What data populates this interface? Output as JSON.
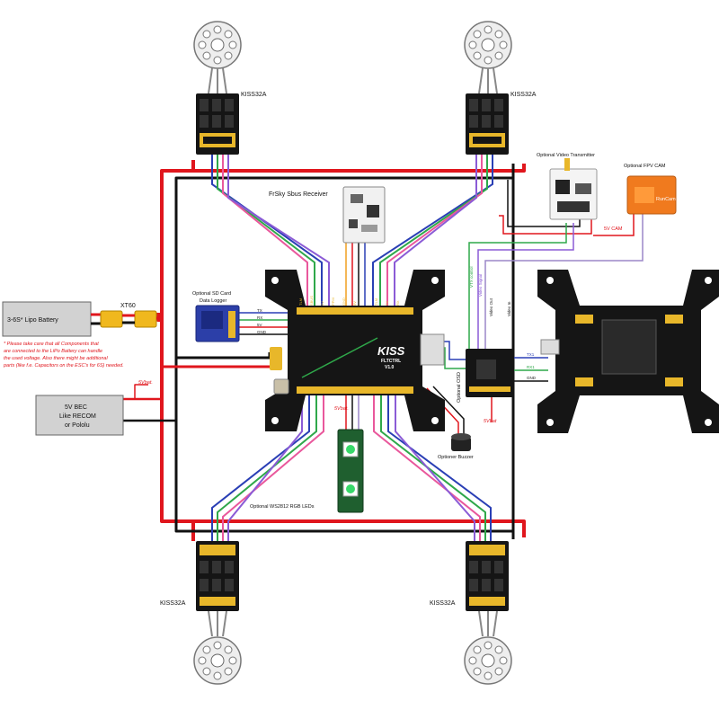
{
  "esc": {
    "top_left_label": "KISS32A",
    "top_right_label": "KISS32A",
    "bottom_left_label": "KISS32A",
    "bottom_right_label": "KISS32A"
  },
  "receiver": {
    "label": "FrSky Sbus Receiver"
  },
  "video_tx": {
    "label": "Optional Video Transmitter",
    "pin_label": "5V CAM"
  },
  "camera": {
    "label": "Optional FPV CAM",
    "brand": "RunCam"
  },
  "battery": {
    "label": "3-6S* Lipo Battery"
  },
  "connector": {
    "label": "XT60"
  },
  "sd_logger": {
    "label_line1": "Optional SD Card",
    "label_line2": "Data Logger",
    "tx": "TX",
    "rx": "RX",
    "v5": "5V",
    "gnd": "GND"
  },
  "warning": {
    "line1": "* Please take care that all Components that",
    "line2": "are connected to the LiPo Battery can handle",
    "line3": "the used voltage. Also there might be additional",
    "line4": "parts (like f.e. Capacitors on the ESC's for 6S) needed."
  },
  "bec": {
    "line1": "5V BEC",
    "line2": "Like RECOM",
    "line3": "or Pololu",
    "vbat": "5Vbat."
  },
  "flight_controller": {
    "brand": "KISS",
    "model": "FLTCTRL",
    "version": "V1.0",
    "pins": [
      "TLM",
      "SBUS",
      "5V",
      "PPM",
      "GND",
      "5V",
      "TLM",
      "TX",
      "RX"
    ]
  },
  "osd": {
    "label": "Optional OSD",
    "tx": "TX1",
    "rx": "RX1",
    "gnd": "GND",
    "v5": "5Vdc",
    "vbat": "5Vbat",
    "video_in": "Video In",
    "video_out": "Video Out",
    "vtx_control": "VTX control",
    "video_signal": "Video Signal"
  },
  "leds": {
    "label": "Optional WS2812 RGB LEDs",
    "vbat": "5Vbat."
  },
  "buzzer": {
    "label": "Optioner Buzzer"
  },
  "colors": {
    "wire_red": "#e0161d",
    "wire_black": "#111111",
    "wire_blue": "#2a3fb5",
    "wire_green": "#2fa84a",
    "wire_pink": "#e9589c",
    "wire_purple": "#8b5bd6",
    "wire_violet": "#9b87c8",
    "pcb_black": "#151515",
    "pcb_gold": "#e8b72a",
    "camera_orange": "#f07a1e"
  }
}
